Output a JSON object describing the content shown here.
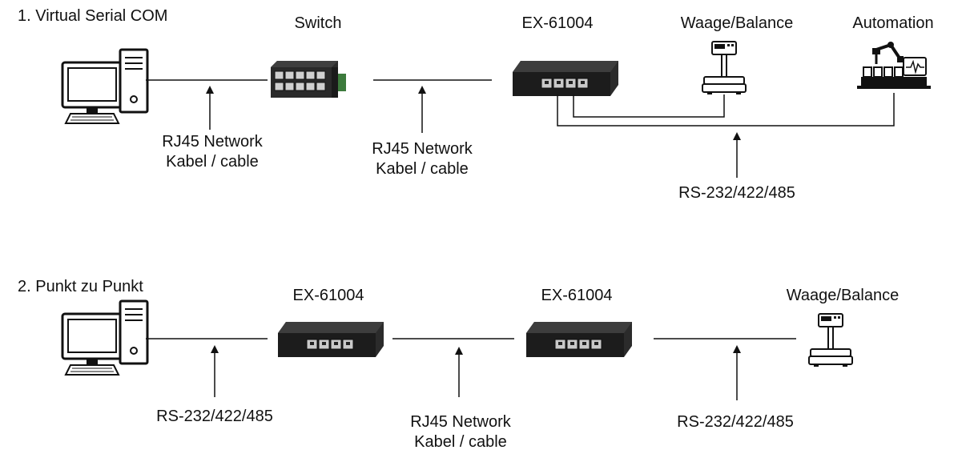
{
  "scenario1": {
    "title": "1. Virtual Serial COM",
    "devices": {
      "switch": "Switch",
      "converter": "EX-61004",
      "balance": "Waage/Balance",
      "automation": "Automation"
    },
    "cable_labels": {
      "pc_switch": [
        "RJ45 Network",
        "Kabel / cable"
      ],
      "switch_converter": [
        "RJ45 Network",
        "Kabel / cable"
      ],
      "serial": "RS-232/422/485"
    }
  },
  "scenario2": {
    "title": "2. Punkt zu Punkt",
    "devices": {
      "converter_a": "EX-61004",
      "converter_b": "EX-61004",
      "balance": "Waage/Balance"
    },
    "cable_labels": {
      "pc_converter": "RS-232/422/485",
      "converter_converter": [
        "RJ45 Network",
        "Kabel / cable"
      ],
      "converter_balance": "RS-232/422/485"
    }
  },
  "icons": [
    "computer-icon",
    "network-switch-icon",
    "serial-server-icon",
    "scale-icon",
    "automation-robot-icon"
  ]
}
